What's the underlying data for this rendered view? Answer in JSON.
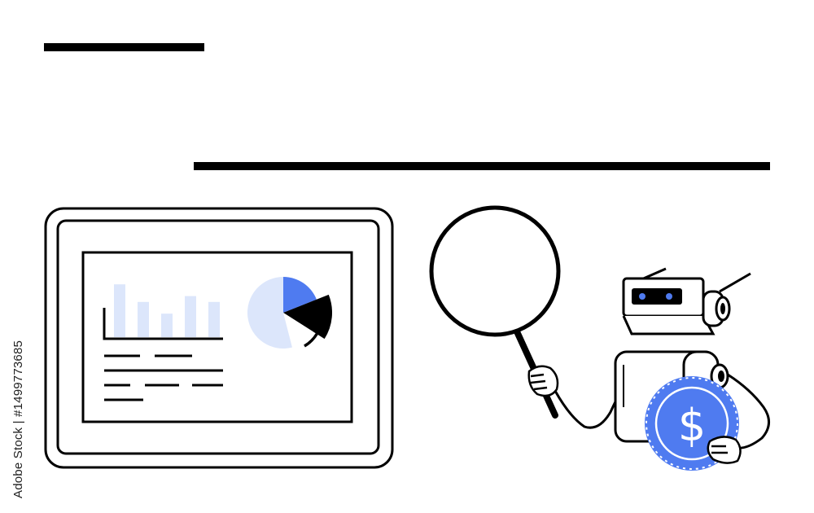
{
  "stock_id_text": "Adobe Stock | #1499773685",
  "colors": {
    "accent_blue": "#4F7BF0",
    "light_blue": "#DCE6FB",
    "ink": "#000000",
    "paper": "#FFFFFF"
  },
  "coin_symbol": "$",
  "dashboard_chart": {
    "type": "bar",
    "values": [
      9,
      6,
      4,
      7,
      6
    ],
    "ylim": [
      0,
      10
    ]
  },
  "pie_chart": {
    "type": "pie",
    "slices": [
      {
        "label": "blue",
        "value": 19,
        "color": "#4F7BF0"
      },
      {
        "label": "black",
        "value": 15,
        "color": "#000000"
      },
      {
        "label": "white",
        "value": 12,
        "color": "#FFFFFF"
      },
      {
        "label": "light",
        "value": 54,
        "color": "#DCE6FB"
      }
    ]
  },
  "icons": [
    "tablet-icon",
    "magnifying-glass-icon",
    "robot-icon",
    "dollar-coin-icon"
  ]
}
